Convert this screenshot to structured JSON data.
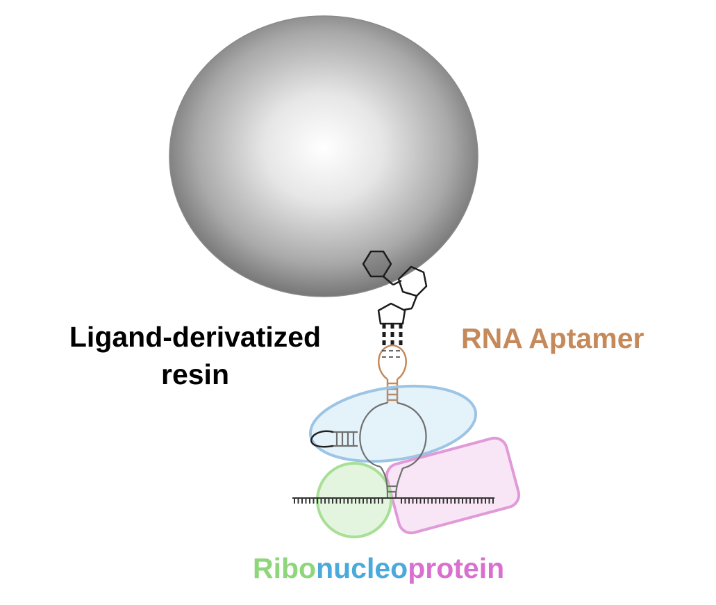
{
  "labels": {
    "resin_line1": "Ligand-derivatized",
    "resin_line2": "resin",
    "aptamer": "RNA Aptamer",
    "rnp_part1": "Ribo",
    "rnp_part2": "nucleo",
    "rnp_part3": "protein"
  },
  "colors": {
    "resin_text": "#000000",
    "aptamer": "#c5895a",
    "ribo_green": "#8ed67a",
    "nucleo_blue": "#4ba9dc",
    "protein_magenta": "#d96fcf",
    "rna_strand": "#6f6f6f",
    "ligand": "#1c1c1c"
  }
}
